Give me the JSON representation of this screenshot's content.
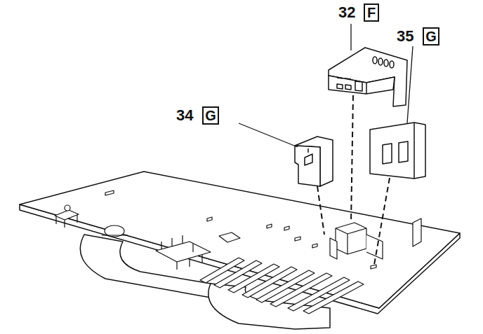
{
  "diagram": {
    "nodes": [
      {
        "text": [
          "F"
        ]
      },
      {
        "text": [
          "G"
        ]
      },
      {
        "text": [
          "G"
        ]
      }
    ],
    "labels": [
      "32",
      "35",
      "34"
    ]
  }
}
